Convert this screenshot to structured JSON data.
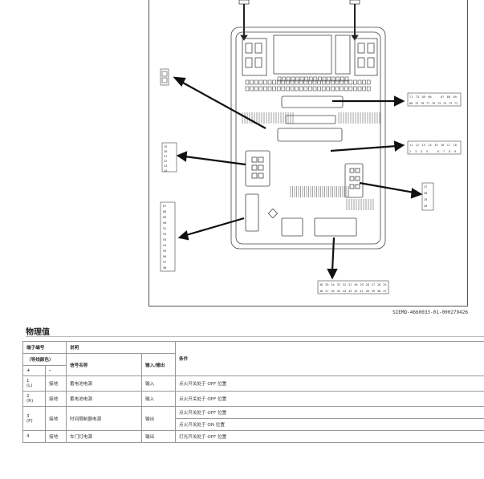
{
  "figure_id": "SIEMD-4660033-01-000279426",
  "section_title": "物理值",
  "table": {
    "headers": {
      "terminal_no": "端子编号",
      "wire_color": "（导线颜色）",
      "plus": "+",
      "minus": "-",
      "description": "说明",
      "signal_name": "信号名称",
      "io": "输入/输出",
      "condition": "条件"
    },
    "rows": [
      {
        "terminal": "1",
        "color": "(L)",
        "minus": "接地",
        "signal": "蓄电池电源",
        "io": "输入",
        "conditions": [
          "点火开关处于 OFF 位置"
        ]
      },
      {
        "terminal": "2",
        "color": "(R)",
        "minus": "接地",
        "signal": "蓄电池电源",
        "io": "输入",
        "conditions": [
          "点火开关处于 OFF 位置"
        ]
      },
      {
        "terminal": "3",
        "color": "(P)",
        "minus": "接地",
        "signal": "时间限制器电源",
        "io": "输出",
        "conditions": [
          "点火开关处于 OFF 位置",
          "点火开关处于 ON 位置"
        ]
      },
      {
        "terminal": "4",
        "color": "",
        "minus": "接地",
        "signal": "车门灯电源",
        "io": "输出",
        "conditions": [
          "灯光开关处于 OFF 位置"
        ]
      }
    ]
  },
  "connectors": {
    "right_top_row1": [
      "71",
      "73",
      "09",
      "66",
      "",
      "67",
      "68",
      "69"
    ],
    "right_top_row2": [
      "80",
      "79",
      "78",
      "77",
      "76",
      "75",
      "74",
      "73",
      "72"
    ],
    "right_mid_row1": [
      "11",
      "12",
      "13",
      "14",
      "15",
      "16",
      "17",
      "18"
    ],
    "right_mid_row2": [
      "2",
      "3",
      "4",
      "5",
      "",
      "6",
      "7",
      "8",
      "9"
    ],
    "bottom_row1": [
      "36",
      "35",
      "34",
      "33",
      "32",
      "31",
      "30",
      "29",
      "28",
      "27",
      "26",
      "25"
    ],
    "bottom_row2": [
      "48",
      "47",
      "46",
      "45",
      "44",
      "43",
      "42",
      "41",
      "40",
      "39",
      "38",
      "37"
    ],
    "left_bottom": [
      "87",
      "88",
      "89",
      "90",
      "91",
      "92",
      "93",
      "94",
      "95",
      "96",
      "97",
      "98"
    ],
    "left_mid": [
      "19",
      "20",
      "21",
      "22",
      "23",
      "24"
    ],
    "right_small": [
      "27",
      "28",
      "29",
      "30"
    ]
  }
}
